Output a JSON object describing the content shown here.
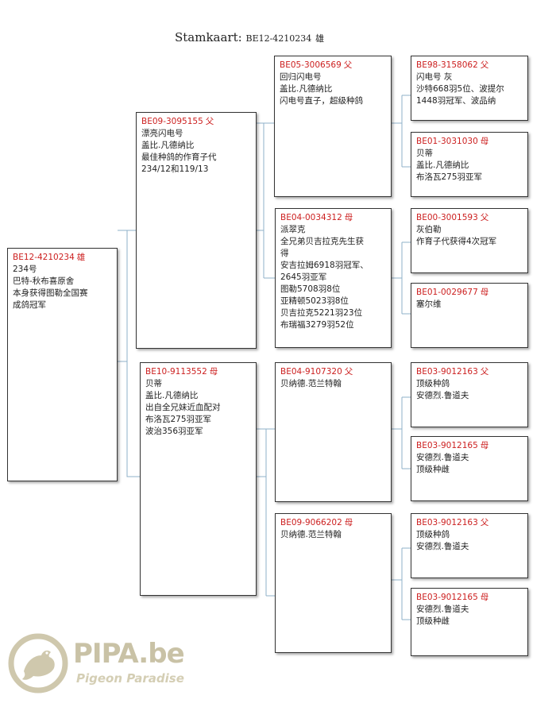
{
  "title": {
    "prefix": "Stamkaart:",
    "ring": "BE12-4210234",
    "sex": "雄"
  },
  "cards": {
    "subject": {
      "ring": "BE12-4210234",
      "sex": "雄",
      "lines": [
        "234号",
        "巴特-秋布喜原舍",
        "本身获得图勒全国赛",
        "成鸽冠军"
      ]
    },
    "sire": {
      "ring": "BE09-3095155",
      "sex": "父",
      "lines": [
        "漂亮闪电号",
        "盖比.凡德纳比",
        "最佳种鸽的作育子代",
        "234/12和119/13"
      ]
    },
    "dam": {
      "ring": "BE10-9113552",
      "sex": "母",
      "lines": [
        "贝蒂",
        "盖比.凡德纳比",
        "出自全兄妹近血配对",
        "布洛瓦275羽亚军",
        "波治356羽亚军"
      ]
    },
    "ss": {
      "ring": "BE05-3006569",
      "sex": "父",
      "lines": [
        "回归闪电号",
        "盖比.凡德纳比",
        "闪电号直子，超级种鸽"
      ]
    },
    "sd": {
      "ring": "BE04-0034312",
      "sex": "母",
      "lines": [
        "派翠克",
        "全兄弟贝吉拉克先生获",
        "得",
        "安吉拉姆6918羽冠军、",
        "2645羽亚军",
        "图勒5708羽8位",
        "亚精顿5023羽8位",
        "贝吉拉克5221羽23位",
        "布瑞福3279羽52位"
      ]
    },
    "ds": {
      "ring": "BE04-9107320",
      "sex": "父",
      "lines": [
        "贝纳德.范兰特翰"
      ]
    },
    "dd": {
      "ring": "BE09-9066202",
      "sex": "母",
      "lines": [
        "贝纳德.范兰特翰"
      ]
    },
    "sss": {
      "ring": "BE98-3158062",
      "sex": "父",
      "lines": [
        "闪电号  灰",
        "沙特668羽5位、波提尔",
        "1448羽冠军、波品纳"
      ]
    },
    "ssd": {
      "ring": "BE01-3031030",
      "sex": "母",
      "lines": [
        "贝蒂",
        "盖比.凡德纳比",
        "布洛瓦275羽亚军"
      ]
    },
    "sds": {
      "ring": "BE00-3001593",
      "sex": "父",
      "lines": [
        "灰伯勒",
        "作育子代获得4次冠军"
      ]
    },
    "sdd": {
      "ring": "BE01-0029677",
      "sex": "母",
      "lines": [
        "塞尔维"
      ]
    },
    "dss": {
      "ring": "BE03-9012163",
      "sex": "父",
      "lines": [
        "顶级种鸽",
        "安德烈.鲁道夫"
      ]
    },
    "dsd": {
      "ring": "BE03-9012165",
      "sex": "母",
      "lines": [
        "安德烈.鲁道夫",
        "顶级种雌"
      ]
    },
    "dds": {
      "ring": "BE03-9012163",
      "sex": "父",
      "lines": [
        "顶级种鸽",
        "安德烈.鲁道夫"
      ]
    },
    "ddd": {
      "ring": "BE03-9012165",
      "sex": "母",
      "lines": [
        "安德烈.鲁道夫",
        "顶级种雌"
      ]
    }
  },
  "logo": {
    "brand": "PIPA.be",
    "tagline": "Pigeon Paradise"
  },
  "colors": {
    "ring_text": "#cc1f1f",
    "border": "#333333",
    "connector": "#8fb0c8",
    "logo": "#c9c2a6"
  }
}
